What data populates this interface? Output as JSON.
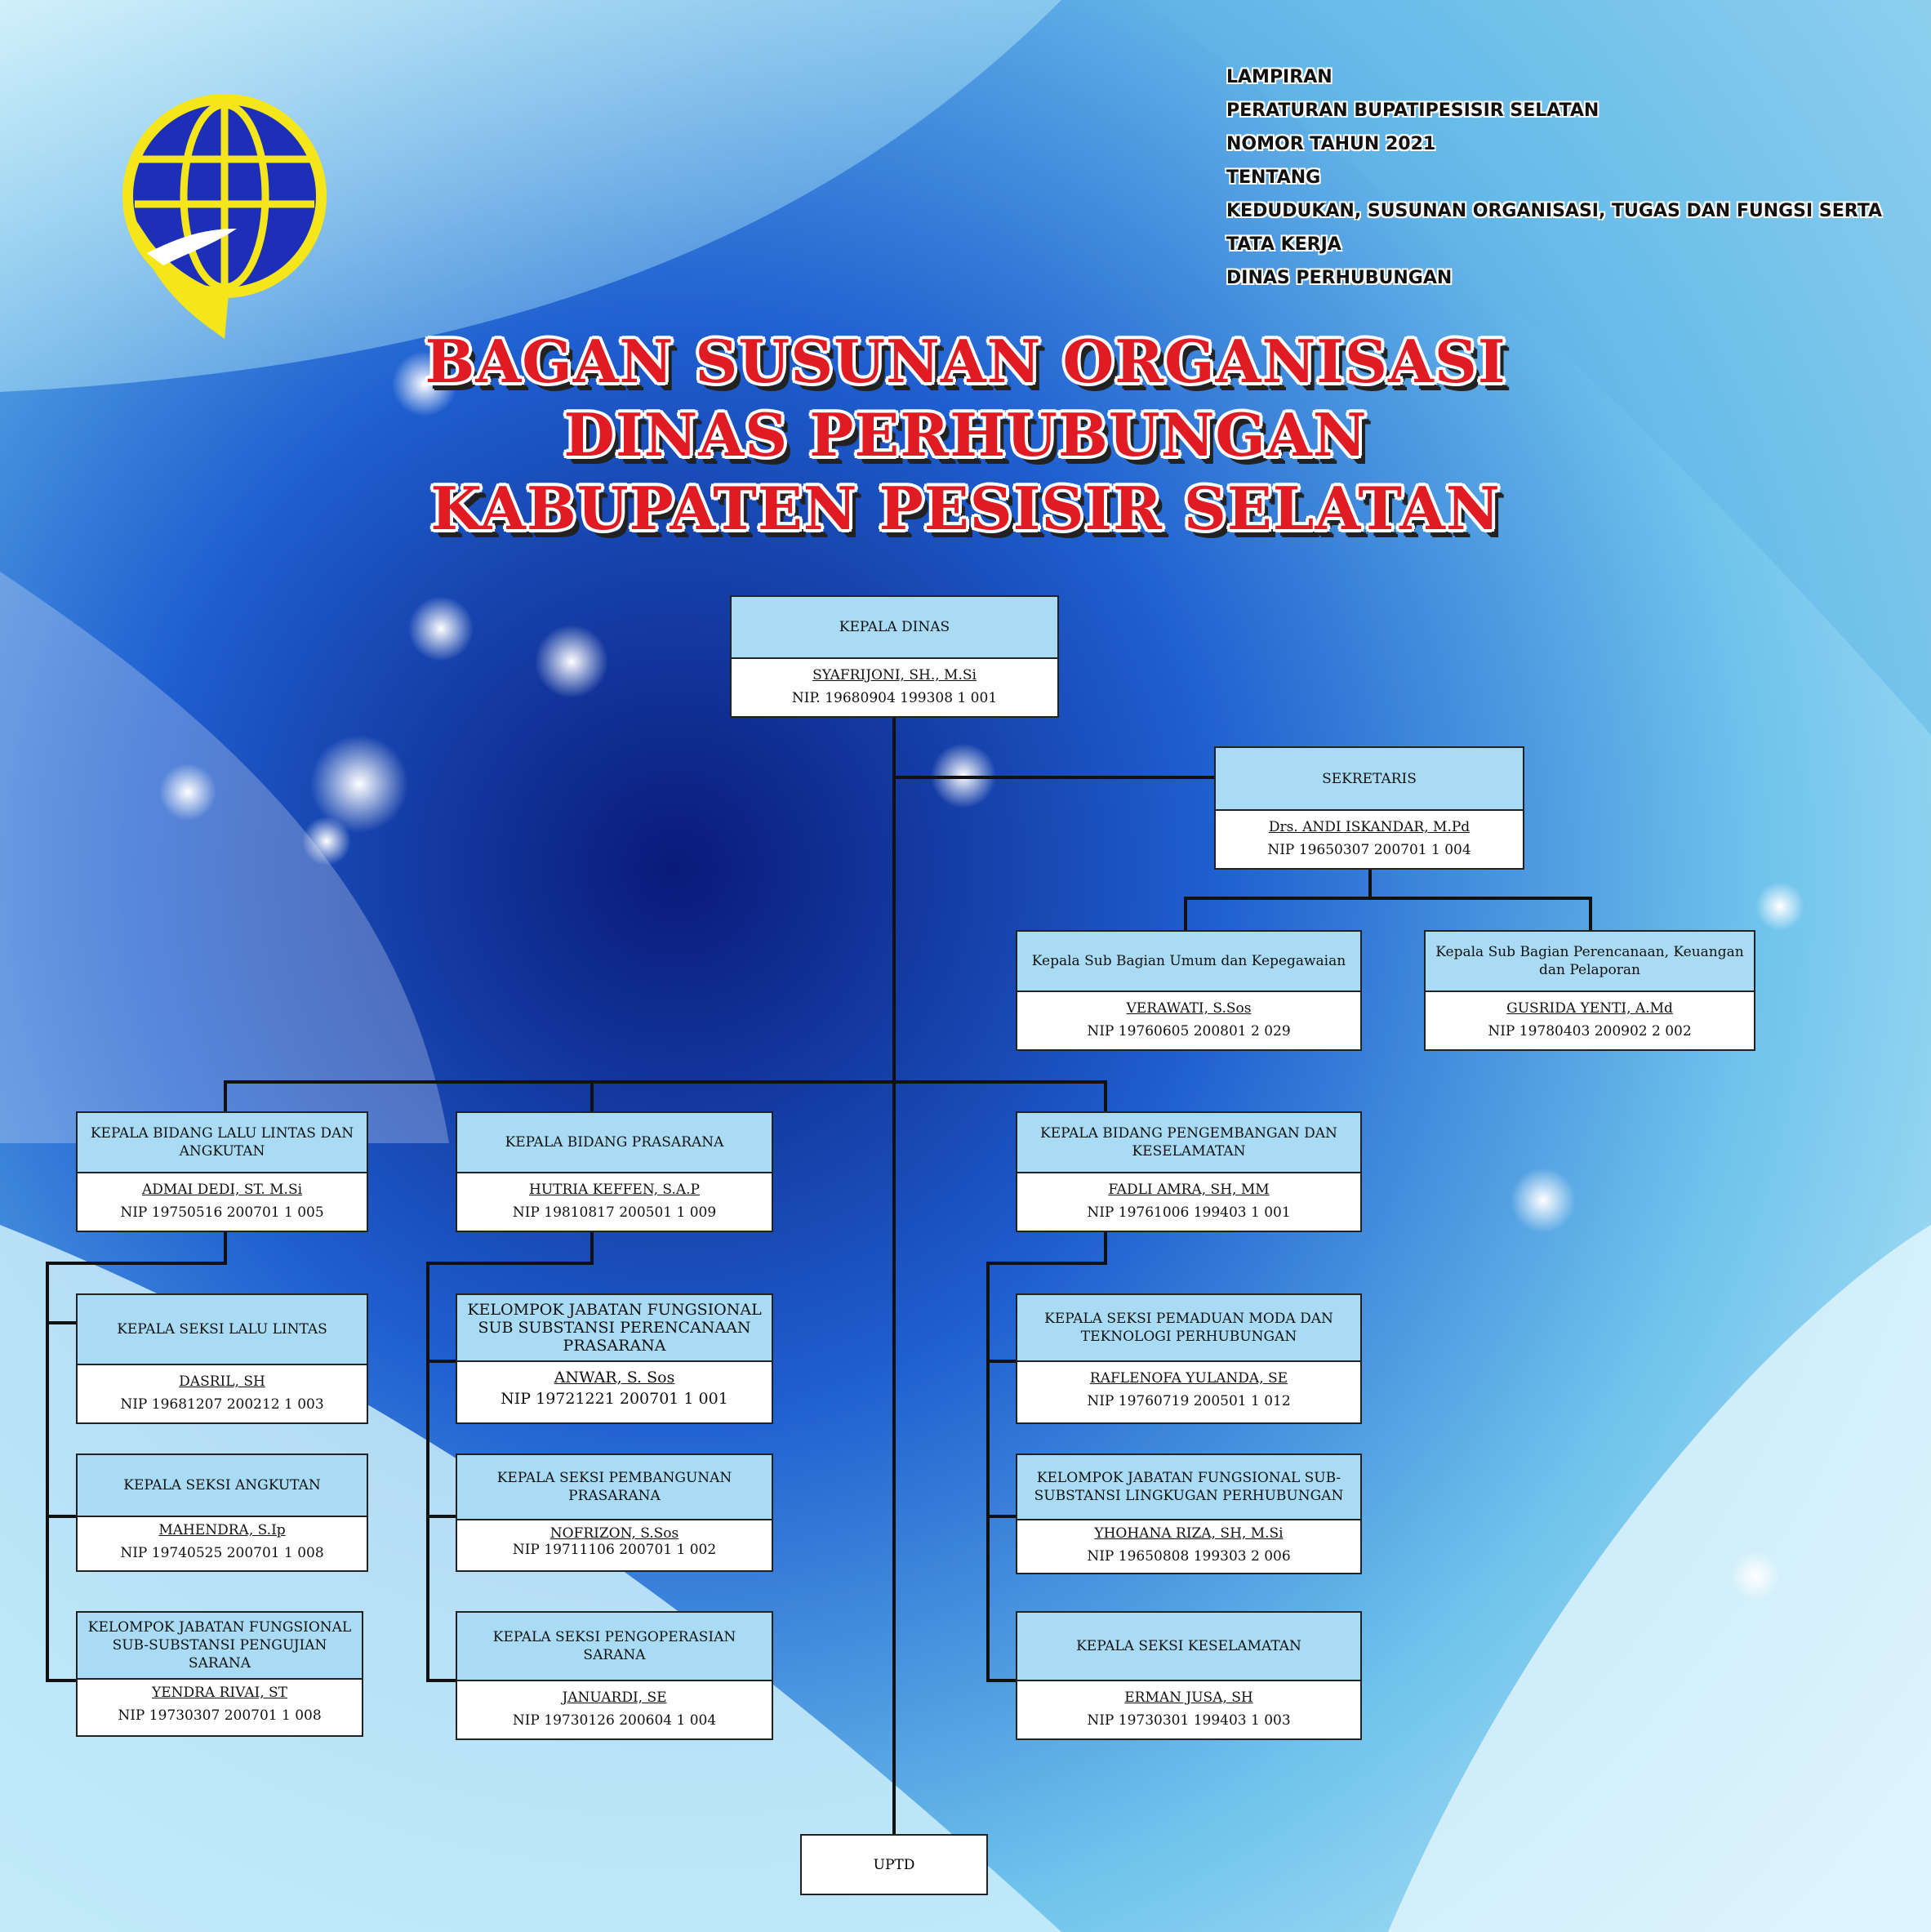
{
  "header": {
    "lines": [
      "LAMPIRAN",
      "PERATURAN BUPATIPESISIR SELATAN",
      "NOMOR TAHUN 2021",
      "TENTANG",
      "KEDUDUKAN, SUSUNAN ORGANISASI, TUGAS DAN FUNGSI SERTA TATA KERJA",
      "DINAS PERHUBUNGAN"
    ]
  },
  "title": {
    "line1": "BAGAN SUSUNAN ORGANISASI",
    "line2": "DINAS PERHUBUNGAN",
    "line3": "KABUPATEN PESISIR SELATAN"
  },
  "org": {
    "kepala_dinas": {
      "title": "KEPALA DINAS",
      "name": "SYAFRIJONI,  SH., M.Si",
      "nip": "NIP. 19680904 199308 1 001"
    },
    "sekretaris": {
      "title": "SEKRETARIS",
      "name": "Drs. ANDI ISKANDAR,  M.Pd",
      "nip": "NIP 19650307 200701 1 004"
    },
    "sub_umum": {
      "title": "Kepala Sub Bagian Umum dan Kepegawaian",
      "name": "VERAWATI,   S.Sos",
      "nip": "NIP 19760605 200801 2 029"
    },
    "sub_perencanaan": {
      "title": "Kepala Sub Bagian Perencanaan, Keuangan dan Pelaporan",
      "name": "GUSRIDA YENTI,  A.Md",
      "nip": "NIP 19780403 200902 2 002"
    },
    "bidang_lalin": {
      "title": "KEPALA BIDANG LALU LINTAS DAN ANGKUTAN",
      "name": "ADMAI DEDI, ST. M.Si",
      "nip": "NIP 19750516 200701 1 005"
    },
    "bidang_prasarana": {
      "title": "KEPALA BIDANG PRASARANA",
      "name": "HUTRIA  KEFFEN,  S.A.P",
      "nip": "NIP 19810817 200501 1 009"
    },
    "bidang_pengembangan": {
      "title": "KEPALA BIDANG PENGEMBANGAN DAN KESELAMATAN",
      "name": "FADLI  AMRA,  SH, MM",
      "nip": "NIP 19761006 199403 1 001"
    },
    "seksi_lalin": {
      "title": "KEPALA SEKSI LALU LINTAS",
      "name": "DASRIL,  SH",
      "nip": "NIP 19681207 200212 1 003"
    },
    "seksi_angkutan": {
      "title": "KEPALA SEKSI ANGKUTAN",
      "name": "MAHENDRA, S.Ip",
      "nip": "NIP 19740525 200701 1 008"
    },
    "jf_pengujian": {
      "title": "KELOMPOK JABATAN FUNGSIONAL SUB-SUBSTANSI  PENGUJIAN SARANA",
      "name": "YENDRA RIVAI,   ST",
      "nip": "NIP 19730307 200701 1 008"
    },
    "jf_perencanaan": {
      "title": "KELOMPOK JABATAN FUNGSIONAL SUB SUBSTANSI  PERENCANAAN PRASARANA",
      "name": "ANWAR,  S. Sos",
      "nip": "NIP 19721221 200701 1 001"
    },
    "seksi_pembangunan": {
      "title": "KEPALA SEKSI PEMBANGUNAN PRASARANA",
      "name": "NOFRIZON,  S.Sos",
      "nip": "NIP 19711106 200701 1 002"
    },
    "seksi_pengoperasian": {
      "title": "KEPALA SEKSI PENGOPERASIAN SARANA",
      "name": "JANUARDI,  SE",
      "nip": "NIP 19730126 200604 1 004"
    },
    "seksi_pemaduan": {
      "title": "KEPALA SEKSI PEMADUAN MODA DAN TEKNOLOGI PERHUBUNGAN",
      "name": "RAFLENOFA  YULANDA,  SE",
      "nip": "NIP 19760719 200501 1 012"
    },
    "jf_lingkungan": {
      "title": "KELOMPOK JABATAN FUNGSIONAL SUB-SUBSTANSI  LINGKUGAN PERHUBUNGAN",
      "name": "YHOHANA  RIZA,  SH, M.Si",
      "nip": "NIP 19650808 199303 2 006"
    },
    "seksi_keselamatan": {
      "title": "KEPALA SEKSI KESELAMATAN",
      "name": "ERMAN  JUSA, SH",
      "nip": "NIP 19730301 199403 1 003"
    },
    "uptd": {
      "title": "UPTD"
    }
  },
  "colors": {
    "accent_box": "#a9dcf4",
    "title_red": "#e01b24",
    "logo_blue": "#1d2fb8",
    "logo_yellow": "#f4e61a"
  }
}
